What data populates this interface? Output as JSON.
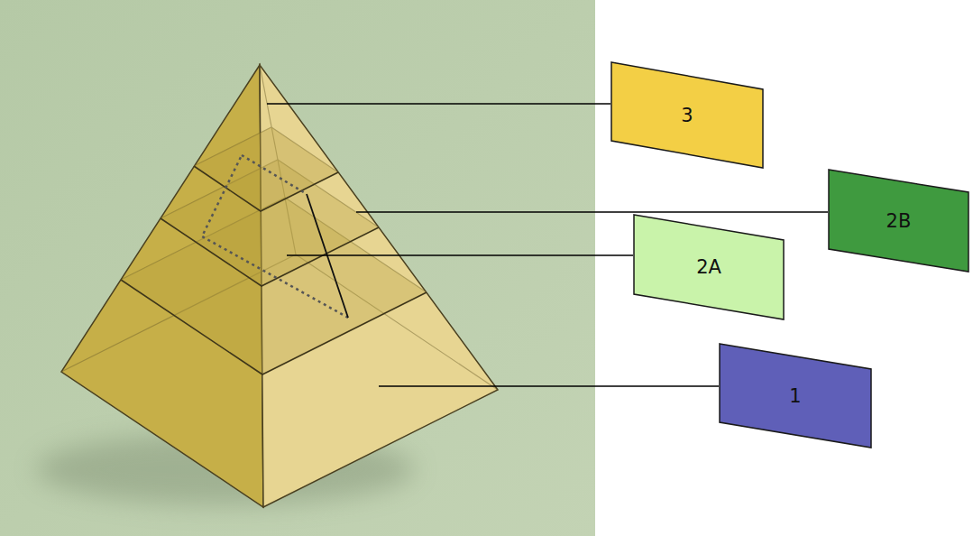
{
  "diagram": {
    "nodes": [
      {
        "text": [
          "3"
        ]
      },
      {
        "text": [
          "2B"
        ]
      },
      {
        "text": [
          "2A"
        ]
      },
      {
        "text": [
          "1"
        ]
      }
    ]
  }
}
